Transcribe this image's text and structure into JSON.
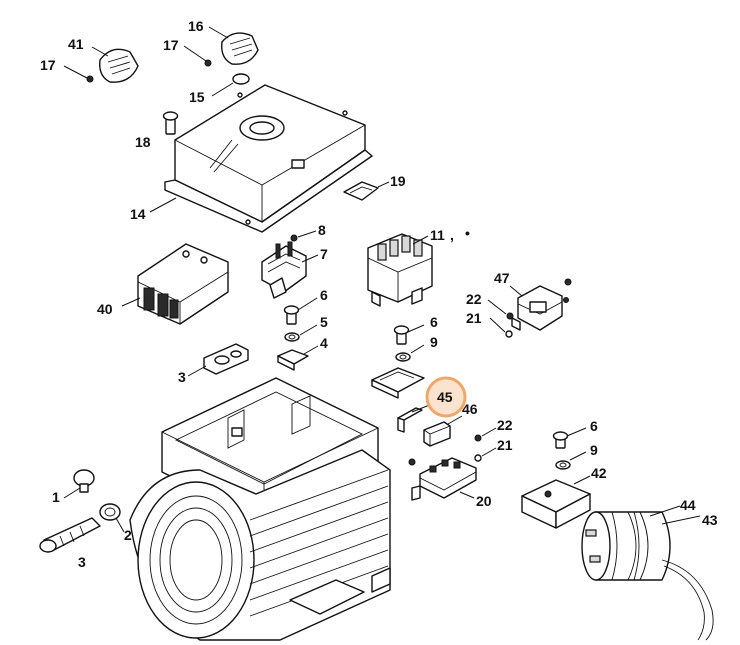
{
  "highlight": {
    "color": "#f0a868",
    "callout": "45"
  },
  "callouts": {
    "c41": "41",
    "c17a": "17",
    "c16": "16",
    "c17b": "17",
    "c15": "15",
    "c18": "18",
    "c14": "14",
    "c19": "19",
    "c8": "8",
    "c7": "7",
    "c11": "11",
    "c11b": ",",
    "c11c": "•",
    "c40": "40",
    "c47": "47",
    "c22a": "22",
    "c21a": "21",
    "c6a": "6",
    "c5": "5",
    "c4": "4",
    "c6b": "6",
    "c9a": "9",
    "c3": "3",
    "c45": "45",
    "c46": "46",
    "c22b": "22",
    "c21b": "21",
    "c6c": "6",
    "c9b": "9",
    "c42": "42",
    "c1": "1",
    "c2": "2",
    "c3b": "3",
    "c20": "20",
    "c44": "44",
    "c43": "43"
  }
}
